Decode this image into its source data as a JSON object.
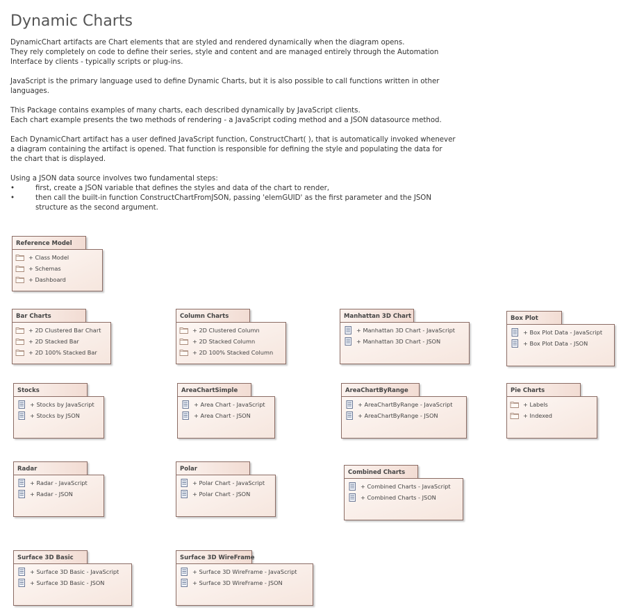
{
  "title": "Dynamic Charts",
  "paragraphs": [
    "DynamicChart artifacts are Chart elements that are styled and rendered dynamically when the diagram opens.\nThey rely completely on code to define their series, style and content and are managed entirely through the Automation\nInterface by clients - typically scripts or plug-ins.",
    "JavaScript is the primary language used to define Dynamic Charts, but it is also possible to call functions written in other\nlanguages.",
    "This Package contains examples of many charts, each described dynamically by JavaScript clients.\nEach chart example presents the two methods of rendering - a JavaScript coding method and a JSON datasource method.",
    "Each DynamicChart artifact has a user defined JavaScript function, ConstructChart( ), that is automatically invoked whenever\na diagram containing the artifact is opened.  That function is responsible for defining the style and populating the data for\nthe chart that is displayed.",
    "Using a JSON data source involves two fundamental steps:"
  ],
  "bullet_char": "•",
  "bullets": [
    "first, create a JSON variable that defines the styles and data of the chart to render,",
    "then call the built-in function ConstructChartFromJSON, passing 'elemGUID' as the first parameter and the JSON\nstructure as the second argument."
  ],
  "packages": [
    {
      "name": "Reference Model",
      "items": [
        {
          "icon": "folder-icon",
          "label": "+ Class Model"
        },
        {
          "icon": "folder-icon",
          "label": "+ Schemas"
        },
        {
          "icon": "folder-icon",
          "label": "+ Dashboard"
        }
      ]
    },
    {
      "name": "Bar Charts",
      "items": [
        {
          "icon": "folder-icon",
          "label": "+ 2D Clustered Bar Chart"
        },
        {
          "icon": "folder-icon",
          "label": "+ 2D Stacked Bar"
        },
        {
          "icon": "folder-icon",
          "label": "+ 2D 100% Stacked Bar"
        }
      ]
    },
    {
      "name": "Column Charts",
      "items": [
        {
          "icon": "folder-icon",
          "label": "+ 2D Clustered Column"
        },
        {
          "icon": "folder-icon",
          "label": "+ 2D Stacked Column"
        },
        {
          "icon": "folder-icon",
          "label": "+ 2D 100% Stacked Column"
        }
      ]
    },
    {
      "name": "Manhattan 3D Chart",
      "items": [
        {
          "icon": "document-icon",
          "label": "+ Manhattan 3D Chart - JavaScript"
        },
        {
          "icon": "document-icon",
          "label": "+ Manhattan 3D Chart - JSON"
        }
      ]
    },
    {
      "name": "Box Plot",
      "items": [
        {
          "icon": "document-icon",
          "label": "+ Box Plot Data - JavaScript"
        },
        {
          "icon": "document-icon",
          "label": "+ Box Plot Data - JSON"
        }
      ]
    },
    {
      "name": "Stocks",
      "items": [
        {
          "icon": "document-icon",
          "label": "+ Stocks by JavaScript"
        },
        {
          "icon": "document-icon",
          "label": "+ Stocks by JSON"
        }
      ]
    },
    {
      "name": "AreaChartSimple",
      "items": [
        {
          "icon": "document-icon",
          "label": "+ Area Chart - JavaScript"
        },
        {
          "icon": "document-icon",
          "label": "+ Area Chart - JSON"
        }
      ]
    },
    {
      "name": "AreaChartByRange",
      "items": [
        {
          "icon": "document-icon",
          "label": "+ AreaChartByRange - JavaScript"
        },
        {
          "icon": "document-icon",
          "label": "+ AreaChartByRange - JSON"
        }
      ]
    },
    {
      "name": "Pie Charts",
      "items": [
        {
          "icon": "folder-icon",
          "label": "+ Labels"
        },
        {
          "icon": "folder-icon",
          "label": "+ Indexed"
        }
      ]
    },
    {
      "name": "Radar",
      "items": [
        {
          "icon": "document-icon",
          "label": "+ Radar - JavaScript"
        },
        {
          "icon": "document-icon",
          "label": "+ Radar - JSON"
        }
      ]
    },
    {
      "name": "Polar",
      "items": [
        {
          "icon": "document-icon",
          "label": "+ Polar Chart - JavaScript"
        },
        {
          "icon": "document-icon",
          "label": "+ Polar Chart - JSON"
        }
      ]
    },
    {
      "name": "Combined Charts",
      "items": [
        {
          "icon": "document-icon",
          "label": "+ Combined Charts - JavaScript"
        },
        {
          "icon": "document-icon",
          "label": "+ Combined Charts - JSON"
        }
      ]
    },
    {
      "name": "Surface 3D Basic",
      "items": [
        {
          "icon": "document-icon",
          "label": "+ Surface 3D Basic - JavaScript"
        },
        {
          "icon": "document-icon",
          "label": "+ Surface 3D Basic - JSON"
        }
      ]
    },
    {
      "name": "Surface 3D WireFrame",
      "items": [
        {
          "icon": "document-icon",
          "label": "+ Surface 3D WireFrame - JavaScript"
        },
        {
          "icon": "document-icon",
          "label": "+ Surface 3D WireFrame - JSON"
        }
      ]
    }
  ],
  "colors": {
    "package_fill_light": "#fdf7f4",
    "package_fill_dark": "#f2dcd3",
    "package_border": "#8a6b63",
    "icon_stroke": "#5a6b8c"
  }
}
